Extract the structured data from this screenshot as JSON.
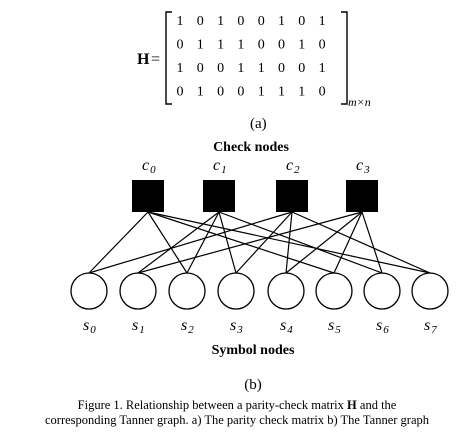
{
  "matrix": {
    "symbol": "H",
    "equals": "=",
    "rows": [
      [
        1,
        0,
        1,
        0,
        0,
        1,
        0,
        1
      ],
      [
        0,
        1,
        1,
        1,
        0,
        0,
        1,
        0
      ],
      [
        1,
        0,
        0,
        1,
        1,
        0,
        0,
        1
      ],
      [
        0,
        1,
        0,
        0,
        1,
        1,
        1,
        0
      ]
    ],
    "size_subscript": "m×n",
    "panel_label": "(a)"
  },
  "graph": {
    "check_header": "Check nodes",
    "symbol_header": "Symbol nodes",
    "check_base": "c",
    "check_indices": [
      "0",
      "1",
      "2",
      "3"
    ],
    "symbol_base": "s",
    "symbol_indices": [
      "0",
      "1",
      "2",
      "3",
      "4",
      "5",
      "6",
      "7"
    ],
    "panel_label": "(b)"
  },
  "caption": {
    "line1_prefix": "Figure 1.  Relationship between a parity-check matrix ",
    "line1_bold": "H",
    "line1_suffix": " and the",
    "line2": "corresponding Tanner graph. a) The parity check matrix   b) The Tanner graph"
  }
}
